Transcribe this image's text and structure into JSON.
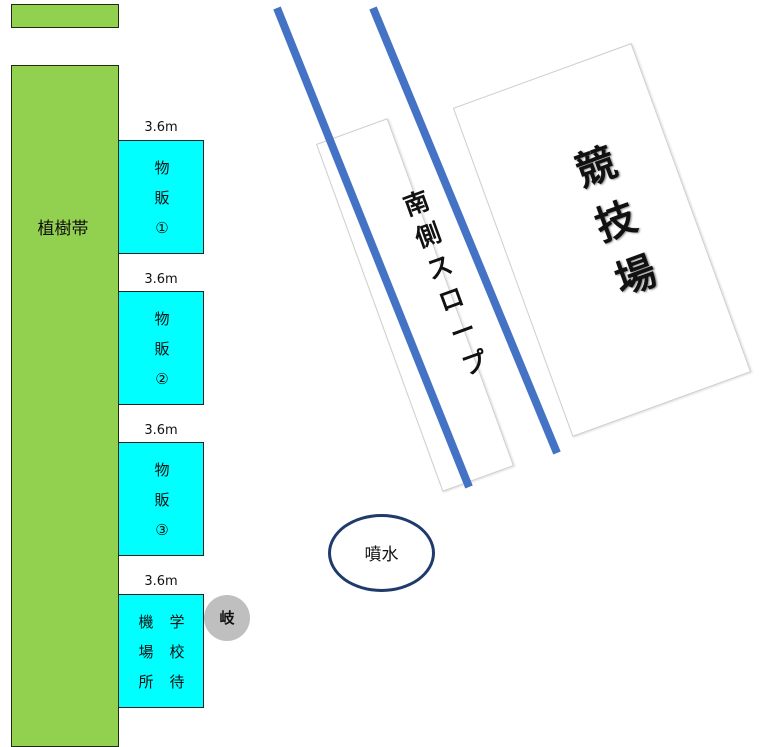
{
  "tree_belt": {
    "label": "植樹帯"
  },
  "booths": [
    {
      "dimension": "3.6m",
      "line1": "物",
      "line2": "販",
      "line3": "①"
    },
    {
      "dimension": "3.6m",
      "line1": "物",
      "line2": "販",
      "line3": "②"
    },
    {
      "dimension": "3.6m",
      "line1": "物",
      "line2": "販",
      "line3": "③"
    },
    {
      "dimension": "3.6m",
      "col_left": [
        "機",
        "場",
        "所"
      ],
      "col_right": [
        "学",
        "校",
        "待"
      ]
    }
  ],
  "gi_marker": {
    "label": "岐"
  },
  "slope": {
    "chars": [
      "南",
      "側",
      "ス",
      "ロ",
      "ー",
      "プ"
    ]
  },
  "stadium": {
    "chars": [
      "競",
      "技",
      "場"
    ]
  },
  "fountain": {
    "label": "噴水"
  },
  "colors": {
    "tree_belt": "#92d050",
    "booth": "#00ffff",
    "slope_line": "#4472c4",
    "fountain_outline": "#1f3a6b",
    "gi_marker": "#bfbfbf"
  }
}
